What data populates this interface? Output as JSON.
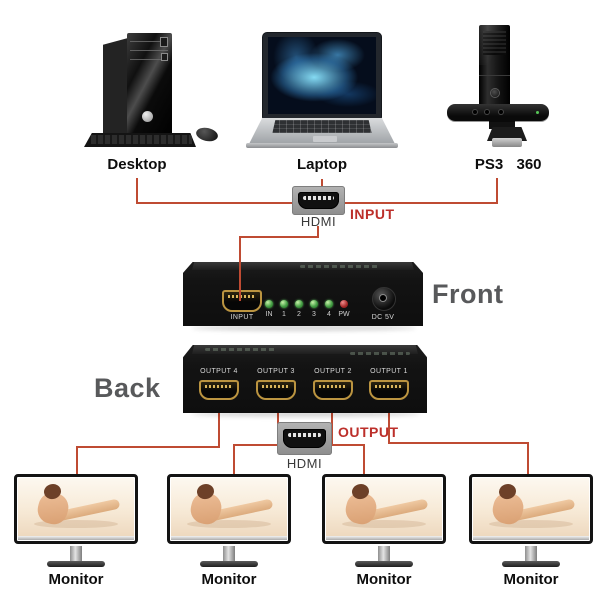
{
  "diagram": {
    "sources": {
      "desktop_label": "Desktop",
      "laptop_label": "Laptop",
      "ps3_label": "PS3",
      "x360_label": "360"
    },
    "input_connector": {
      "label": "HDMI",
      "tag": "INPUT"
    },
    "splitter_front": {
      "caption": "Front",
      "input_port_label": "INPUT",
      "leds": [
        {
          "label": "IN",
          "color": "green"
        },
        {
          "label": "1",
          "color": "green"
        },
        {
          "label": "2",
          "color": "green"
        },
        {
          "label": "3",
          "color": "green"
        },
        {
          "label": "4",
          "color": "green"
        },
        {
          "label": "PW",
          "color": "red"
        }
      ],
      "dc_jack_label": "DC 5V"
    },
    "splitter_back": {
      "caption": "Back",
      "port_labels": [
        "OUTPUT 4",
        "OUTPUT 3",
        "OUTPUT 2",
        "OUTPUT 1"
      ]
    },
    "output_connector": {
      "label": "HDMI",
      "tag": "OUTPUT"
    },
    "monitors": [
      {
        "label": "Monitor"
      },
      {
        "label": "Monitor"
      },
      {
        "label": "Monitor"
      },
      {
        "label": "Monitor"
      }
    ],
    "colors": {
      "wire": "#bf4b33",
      "tag_red": "#bc2f2a",
      "caption_gray": "#58595b"
    }
  }
}
